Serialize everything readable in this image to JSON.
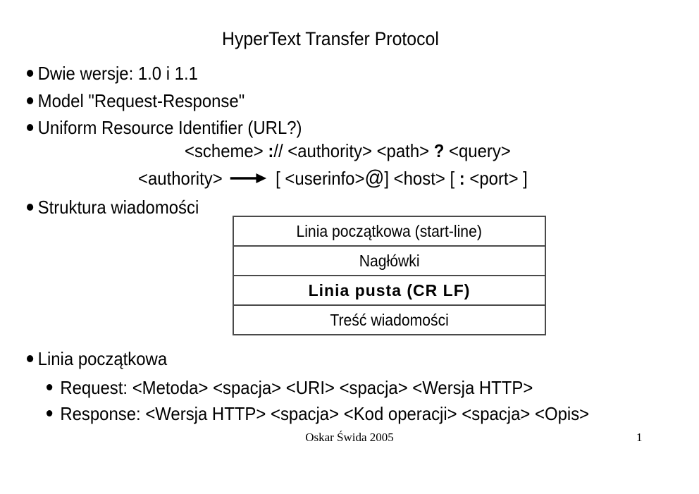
{
  "colors": {
    "background": "#ffffff",
    "text": "#000000",
    "table_border": "#4a4a4a"
  },
  "icons": {
    "bullet": "filled-circle",
    "arrow": "long-right-arrow"
  },
  "slide": {
    "title": "HyperText Transfer Protocol",
    "bullets": {
      "versions": "Dwie wersje: 1.0 i 1.1",
      "model": "Model \"Request-Response\"",
      "uri": "Uniform Resource Identifier (URL?)",
      "structure": "Struktura wiadomości",
      "start_line": "Linia początkowa"
    },
    "uri_syntax": {
      "runs": [
        {
          "text": "<scheme> "
        },
        {
          "text": ":",
          "bold": true
        },
        {
          "text": "// <authority> <path> "
        },
        {
          "text": "?",
          "bold": true
        },
        {
          "text": " <query>"
        }
      ]
    },
    "authority_syntax": {
      "lhs": "<authority>",
      "rhs_runs": [
        {
          "text": "[ <userinfo>"
        },
        {
          "text": "@",
          "big": true
        },
        {
          "text": "] <host> [ "
        },
        {
          "text": ":",
          "bold": true
        },
        {
          "text": " <port> ]"
        }
      ]
    },
    "message_table": {
      "rows": [
        {
          "text": "Linia początkowa (start-line)",
          "bold": false
        },
        {
          "text": "Nagłówki",
          "bold": false
        },
        {
          "text": "Linia pusta (CR LF)",
          "bold": true
        },
        {
          "text": "Treść wiadomości",
          "bold": false
        }
      ]
    },
    "sub_bullets": {
      "request": "Request: <Metoda> <spacja> <URI> <spacja> <Wersja HTTP>",
      "response": "Response: <Wersja HTTP> <spacja> <Kod operacji> <spacja> <Opis>"
    },
    "footer": {
      "author": "Oskar Świda 2005",
      "page_number": "1"
    }
  }
}
